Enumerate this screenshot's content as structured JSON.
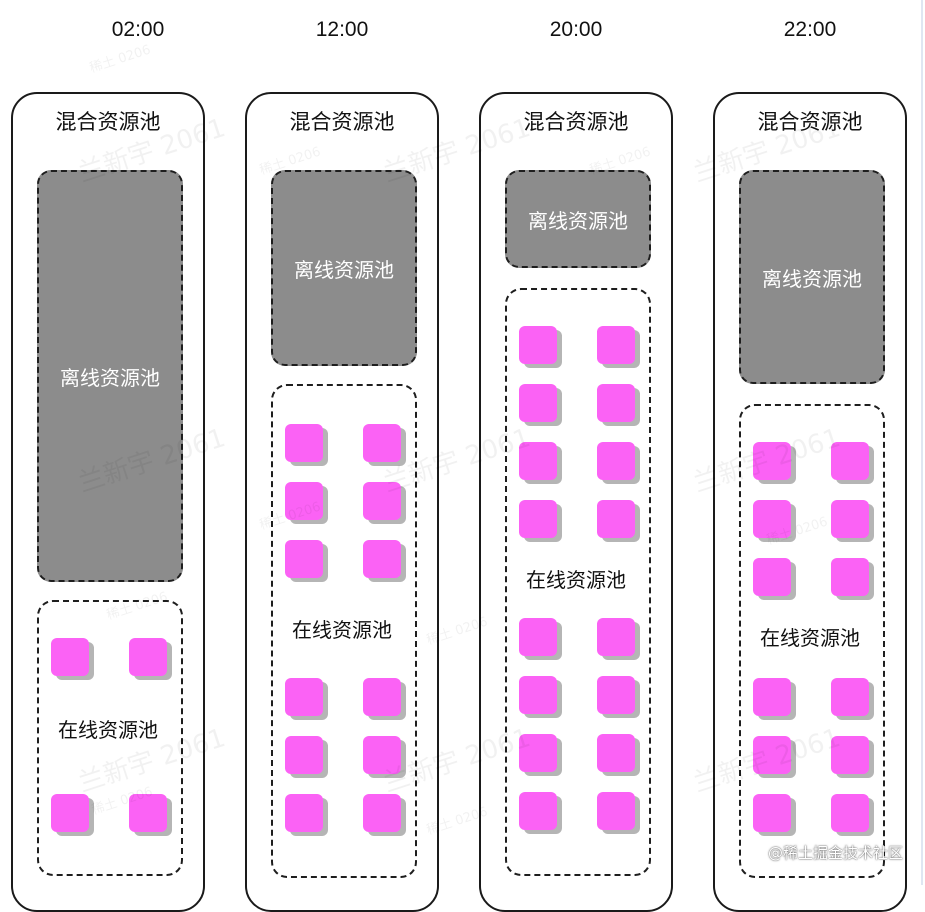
{
  "columns": [
    {
      "time": "02:00",
      "mixed_pool_label": "混合资源池",
      "offline_pool_label": "离线资源池",
      "online_pool_label": "在线资源池",
      "instances_above_label": 2,
      "instances_below_label": 2
    },
    {
      "time": "12:00",
      "mixed_pool_label": "混合资源池",
      "offline_pool_label": "离线资源池",
      "online_pool_label": "在线资源池",
      "instances_above_label": 6,
      "instances_below_label": 6
    },
    {
      "time": "20:00",
      "mixed_pool_label": "混合资源池",
      "offline_pool_label": "离线资源池",
      "online_pool_label": "在线资源池",
      "instances_above_label": 8,
      "instances_below_label": 8
    },
    {
      "time": "22:00",
      "mixed_pool_label": "混合资源池",
      "offline_pool_label": "离线资源池",
      "online_pool_label": "在线资源池",
      "instances_above_label": 6,
      "instances_below_label": 6
    }
  ],
  "colors": {
    "offline_pool": "#8c8c8c",
    "instance": "#fb62f5",
    "instance_shadow": "#b5b5b5",
    "border": "#1a1a1a"
  },
  "watermark": {
    "name_text": "兰新宇 2061",
    "id_text": "稀土 0206"
  },
  "credit": "@稀土掘金技术社区"
}
